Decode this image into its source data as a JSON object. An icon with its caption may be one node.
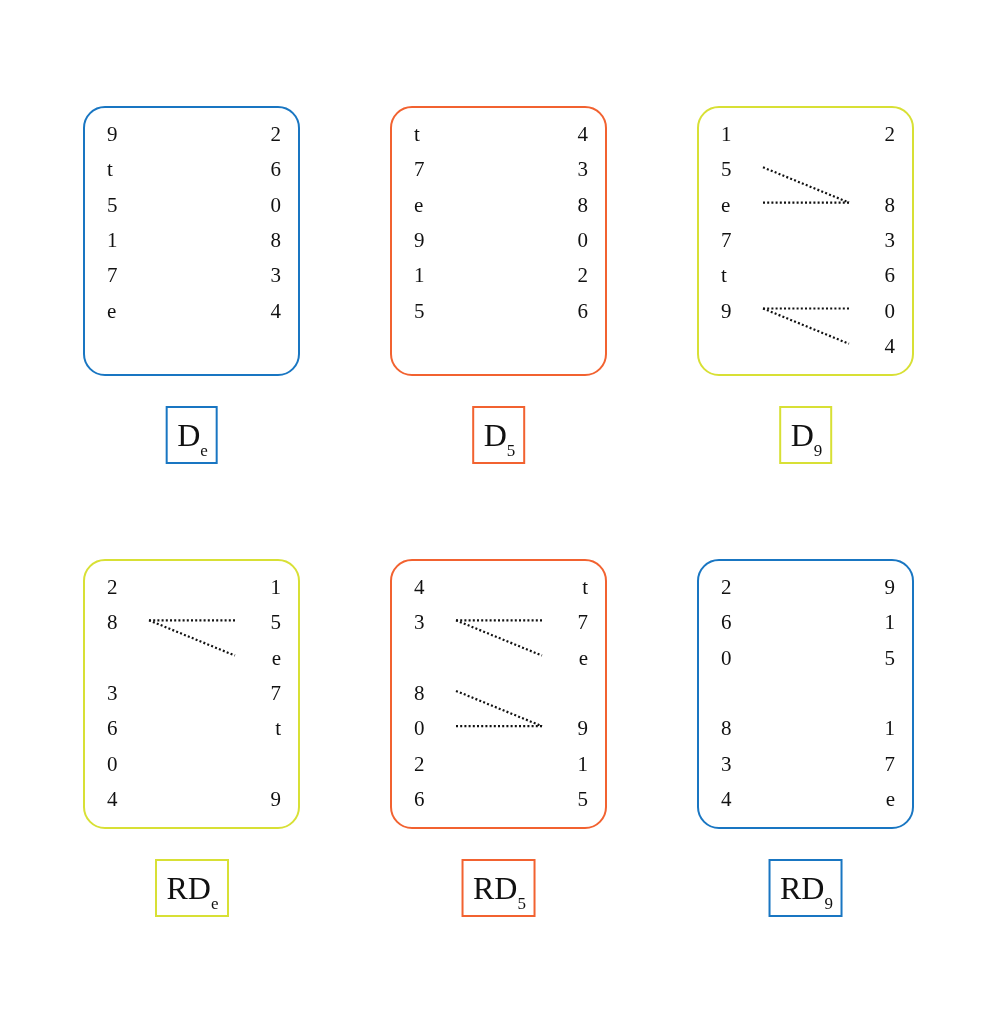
{
  "diagram": {
    "nodes": [
      {
        "text": [],
        "shape": "box"
      },
      {
        "text": [
          "9"
        ],
        "in": 0
      },
      {
        "text": [
          "2"
        ],
        "in": 0
      },
      {
        "text": [
          "t"
        ],
        "in": 0
      },
      {
        "text": [
          "6"
        ],
        "in": 0
      },
      {
        "text": [
          "5"
        ],
        "in": 0
      },
      {
        "text": [
          "0"
        ],
        "in": 0
      },
      {
        "text": [
          "1"
        ],
        "in": 0
      },
      {
        "text": [
          "8"
        ],
        "in": 0
      },
      {
        "text": [
          "7"
        ],
        "in": 0
      },
      {
        "text": [
          "3"
        ],
        "in": 0
      },
      {
        "text": [
          "e"
        ],
        "in": 0
      },
      {
        "text": [
          "4"
        ],
        "in": 0
      },
      {
        "text": [],
        "shape": "box"
      },
      {
        "text": [
          "t"
        ],
        "in": 13
      },
      {
        "text": [
          "4"
        ],
        "in": 13
      },
      {
        "text": [
          "7"
        ],
        "in": 13
      },
      {
        "text": [
          "3"
        ],
        "in": 13
      },
      {
        "text": [
          "e"
        ],
        "in": 13
      },
      {
        "text": [
          "8"
        ],
        "in": 13
      },
      {
        "text": [
          "9"
        ],
        "in": 13
      },
      {
        "text": [
          "0"
        ],
        "in": 13
      },
      {
        "text": [
          "1"
        ],
        "in": 13
      },
      {
        "text": [
          "2"
        ],
        "in": 13
      },
      {
        "text": [
          "5"
        ],
        "in": 13
      },
      {
        "text": [
          "6"
        ],
        "in": 13
      },
      {
        "text": [],
        "shape": "box"
      },
      {
        "text": [
          "1"
        ],
        "in": 26
      },
      {
        "text": [
          "2"
        ],
        "in": 26
      },
      {
        "text": [
          "5"
        ],
        "in": 26
      },
      {
        "text": [
          "e"
        ],
        "in": 26
      },
      {
        "text": [
          "8"
        ],
        "in": 26
      },
      {
        "text": [
          "7"
        ],
        "in": 26
      },
      {
        "text": [
          "3"
        ],
        "in": 26
      },
      {
        "text": [
          "t"
        ],
        "in": 26
      },
      {
        "text": [
          "6"
        ],
        "in": 26
      },
      {
        "text": [
          "9"
        ],
        "in": 26
      },
      {
        "text": [
          "0"
        ],
        "in": 26
      },
      {
        "text": [
          "4"
        ],
        "in": 26
      },
      {
        "text": [
          "D$_{e}$"
        ]
      },
      {
        "text": [
          "D$_{5}$"
        ]
      },
      {
        "text": [
          "D$_{9}$"
        ]
      },
      {
        "text": [],
        "shape": "box"
      },
      {
        "text": [
          "2"
        ],
        "in": 42
      },
      {
        "text": [
          "1"
        ],
        "in": 42
      },
      {
        "text": [
          "8"
        ],
        "in": 42
      },
      {
        "text": [
          "5"
        ],
        "in": 42
      },
      {
        "text": [
          "e"
        ],
        "in": 42
      },
      {
        "text": [
          "3"
        ],
        "in": 42
      },
      {
        "text": [
          "7"
        ],
        "in": 42
      },
      {
        "text": [
          "6"
        ],
        "in": 42
      },
      {
        "text": [
          "t"
        ],
        "in": 42
      },
      {
        "text": [
          "0"
        ],
        "in": 42
      },
      {
        "text": [
          "4"
        ],
        "in": 42
      },
      {
        "text": [
          "9"
        ],
        "in": 42
      },
      {
        "text": [],
        "shape": "box"
      },
      {
        "text": [
          "4"
        ],
        "in": 55
      },
      {
        "text": [
          "t"
        ],
        "in": 55
      },
      {
        "text": [
          "3"
        ],
        "in": 55
      },
      {
        "text": [
          "7"
        ],
        "in": 55
      },
      {
        "text": [
          "e"
        ],
        "in": 55
      },
      {
        "text": [
          "8"
        ],
        "in": 55
      },
      {
        "text": [
          "0"
        ],
        "in": 55
      },
      {
        "text": [
          "9"
        ],
        "in": 55
      },
      {
        "text": [
          "2"
        ],
        "in": 55
      },
      {
        "text": [
          "1"
        ],
        "in": 55
      },
      {
        "text": [
          "6"
        ],
        "in": 55
      },
      {
        "text": [
          "5"
        ],
        "in": 55
      },
      {
        "text": [],
        "shape": "box"
      },
      {
        "text": [
          "2"
        ],
        "in": 68
      },
      {
        "text": [
          "9"
        ],
        "in": 68
      },
      {
        "text": [
          "6"
        ],
        "in": 68
      },
      {
        "text": [
          "1"
        ],
        "in": 68
      },
      {
        "text": [
          "0"
        ],
        "in": 68
      },
      {
        "text": [
          "5"
        ],
        "in": 68
      },
      {
        "text": [
          "8"
        ],
        "in": 68
      },
      {
        "text": [
          "1"
        ],
        "in": 68
      },
      {
        "text": [
          "3"
        ],
        "in": 68
      },
      {
        "text": [
          "7"
        ],
        "in": 68
      },
      {
        "text": [
          "4"
        ],
        "in": 68
      },
      {
        "text": [
          "e"
        ],
        "in": 68
      },
      {
        "text": [
          "RD$_{e}$"
        ]
      },
      {
        "text": [
          "RD$_{5}$"
        ]
      },
      {
        "text": [
          "RD$_{9}$"
        ]
      }
    ],
    "edges": [
      {
        "from": 29,
        "to": 31,
        "arrow": "none",
        "style": "dashed"
      },
      {
        "from": 30,
        "to": 31,
        "arrow": "none",
        "style": "dashed"
      },
      {
        "from": 36,
        "to": 37,
        "arrow": "none",
        "style": "dashed"
      },
      {
        "from": 36,
        "to": 38,
        "arrow": "none",
        "style": "dashed"
      },
      {
        "from": 45,
        "to": 46,
        "arrow": "none",
        "style": "dashed"
      },
      {
        "from": 45,
        "to": 47,
        "arrow": "none",
        "style": "dashed"
      },
      {
        "from": 58,
        "to": 59,
        "arrow": "none",
        "style": "dashed"
      },
      {
        "from": 58,
        "to": 60,
        "arrow": "none",
        "style": "dashed"
      },
      {
        "from": 61,
        "to": 63,
        "arrow": "none",
        "style": "dashed"
      },
      {
        "from": 62,
        "to": 63,
        "arrow": "none",
        "style": "dashed"
      }
    ]
  }
}
